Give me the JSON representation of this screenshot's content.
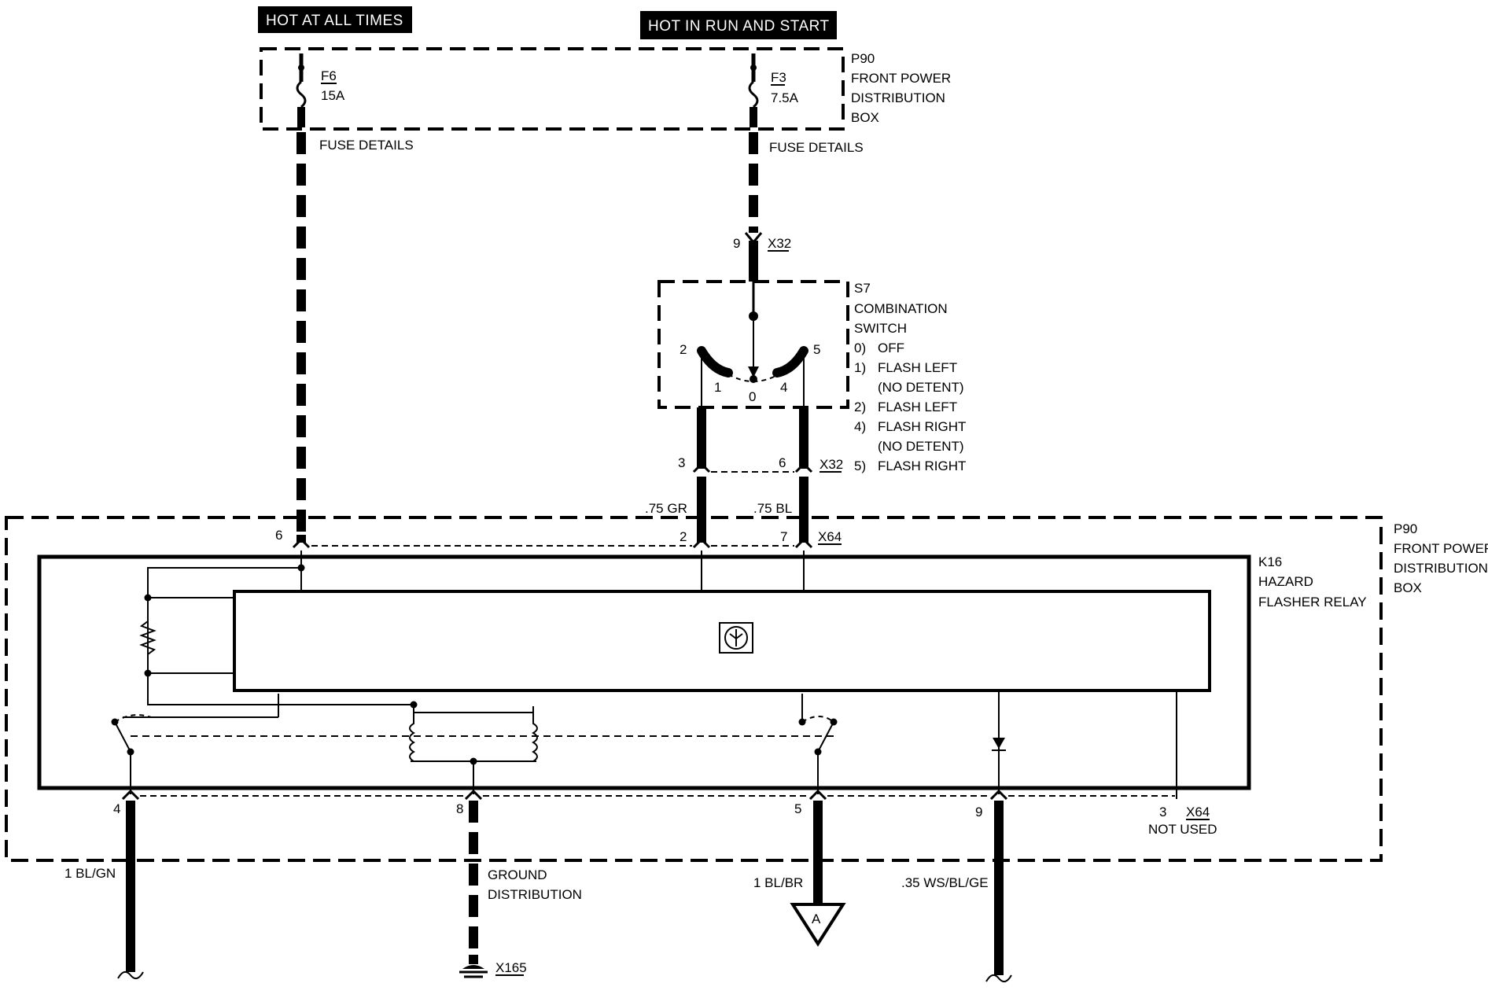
{
  "banners": {
    "hot_at_all_times": "HOT AT ALL TIMES",
    "hot_in_run_and_start": "HOT IN RUN AND START"
  },
  "power_box_top": {
    "id": "P90",
    "name_lines": [
      "FRONT POWER",
      "DISTRIBUTION",
      "BOX"
    ]
  },
  "fuses": [
    {
      "id": "F6",
      "rating": "15A",
      "details": "FUSE DETAILS"
    },
    {
      "id": "F3",
      "rating": "7.5A",
      "details": "FUSE DETAILS"
    }
  ],
  "connector_x32_upper": {
    "pin": "9",
    "id": "X32"
  },
  "combination_switch": {
    "id": "S7",
    "name_lines": [
      "COMBINATION",
      "SWITCH"
    ],
    "positions": [
      {
        "num": "0)",
        "label": "OFF"
      },
      {
        "num": "1)",
        "label": "FLASH LEFT"
      },
      {
        "num": "",
        "label": "(NO DETENT)"
      },
      {
        "num": "2)",
        "label": "FLASH LEFT"
      },
      {
        "num": "4)",
        "label": "FLASH RIGHT"
      },
      {
        "num": "",
        "label": "(NO DETENT)"
      },
      {
        "num": "5)",
        "label": "FLASH RIGHT"
      }
    ],
    "terminal_left": "2",
    "terminal_right": "5",
    "contact_1": "1",
    "contact_0": "0",
    "contact_4": "4"
  },
  "connector_x32_lower": {
    "pin_left": "3",
    "pin_right": "6",
    "id": "X32"
  },
  "wires_upper": {
    "left": ".75 GR",
    "right": ".75 BL"
  },
  "connector_x64_top": {
    "pin_fuse": "6",
    "pin_left": "2",
    "pin_right": "7",
    "id": "X64"
  },
  "power_box_bottom": {
    "id": "P90",
    "name_lines": [
      "FRONT POWER",
      "DISTRIBUTION",
      "BOX"
    ]
  },
  "relay": {
    "id": "K16",
    "name_lines": [
      "HAZARD",
      "FLASHER RELAY"
    ]
  },
  "bottom_pins": {
    "p4": "4",
    "p8": "8",
    "p5": "5",
    "p9": "9",
    "p3": "3",
    "x64": "X64",
    "not_used": "NOT USED"
  },
  "bottom_wires": {
    "w1": "1 BL/GN",
    "ground_lines": [
      "GROUND",
      "DISTRIBUTION"
    ],
    "w3": "1 BL/BR",
    "w4": ".35 WS/BL/GE"
  },
  "ground_ref": "X165",
  "connector_a": "A"
}
